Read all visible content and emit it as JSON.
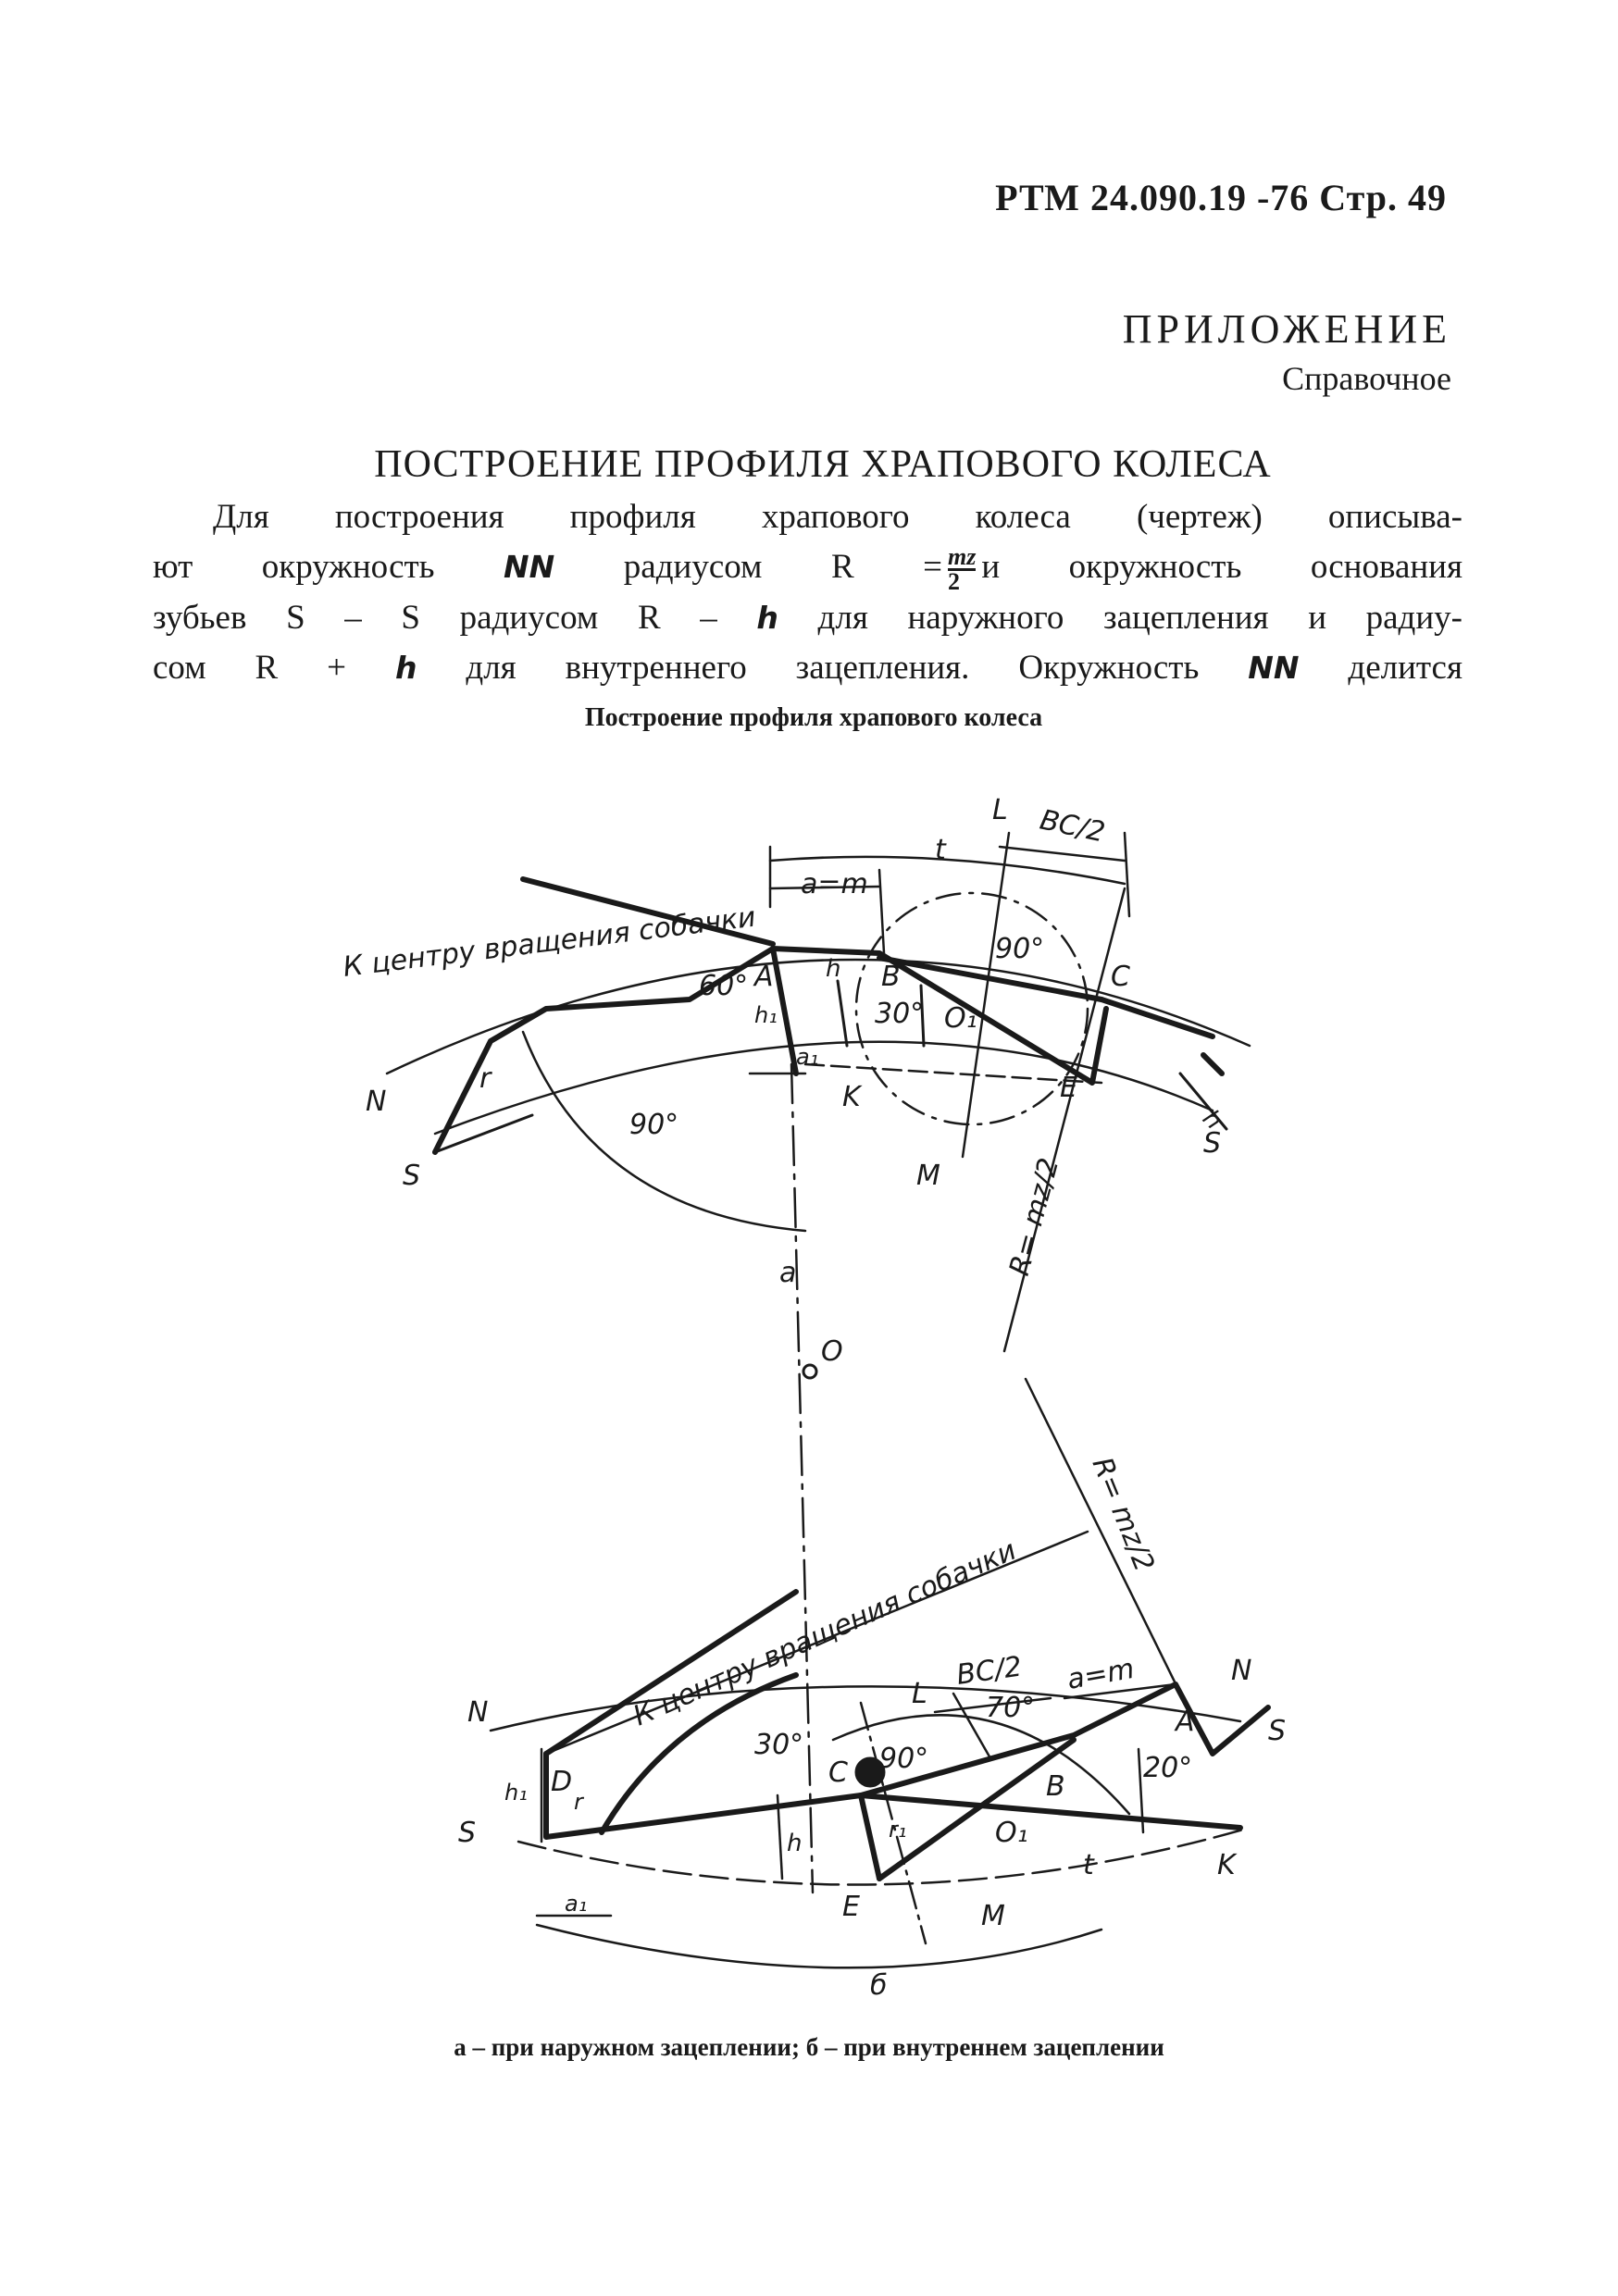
{
  "header": {
    "code": "РТМ 24.090.19 -76 Стр. 49"
  },
  "appendix": {
    "title": "ПРИЛОЖЕНИЕ",
    "type": "Справочное"
  },
  "section_title": "ПОСТРОЕНИЕ ПРОФИЛЯ ХРАПОВОГО КОЛЕСА",
  "paragraph": {
    "l1": "Для построения профиля храпового колеса (чертеж) описыва-",
    "l2a": "ют окружность",
    "nn": "NN",
    "l2b": "радиусом R =",
    "frac_num": "mz",
    "frac_den": "2",
    "l2c": "и окружность основания",
    "l3a": "зубьев S – S радиусом R –",
    "h": "h",
    "l3b": "для наружного зацепления и радиу-",
    "l4a": "сом R +",
    "l4b": "для внутреннего зацепления. Окружность",
    "l4c": "делится"
  },
  "figure": {
    "title": "Построение профиля храпового колеса",
    "caption": "а – при наружном зацеплении; б – при внутреннем зацеплении",
    "top": {
      "pawl_label": "К центру вращения собачки",
      "angle_60": "60°",
      "angle_30": "30°",
      "angle_90a": "90°",
      "angle_90b": "90°",
      "pt_A": "A",
      "pt_B": "B",
      "pt_C": "C",
      "pt_E": "E",
      "pt_K": "K",
      "pt_M": "M",
      "pt_O1": "O₁",
      "pt_N": "N",
      "pt_S1": "S",
      "pt_S2": "S",
      "pt_L": "L",
      "h1": "h₁",
      "h": "h",
      "r": "r",
      "a1": "a₁",
      "a_eq_m": "a=m",
      "t": "t",
      "bc2": "BC/2",
      "radius": "R= mz/2",
      "a_label": "a"
    },
    "center": {
      "O": "O"
    },
    "bottom": {
      "pawl_label": "К центру вращения собачки",
      "radius": "R= mz/2",
      "angle_30": "30°",
      "angle_90": "90°",
      "angle_70": "70°",
      "angle_20": "20°",
      "pt_N1": "N",
      "pt_N2": "N",
      "pt_S1": "S",
      "pt_S2": "S",
      "pt_D": "D",
      "pt_C": "C",
      "pt_B": "B",
      "pt_A": "A",
      "pt_E": "E",
      "pt_K": "K",
      "pt_M": "M",
      "pt_O1": "O₁",
      "pt_L": "L",
      "h1": "h₁",
      "h": "h",
      "r": "r",
      "r1": "r₁",
      "a1": "a₁",
      "a_eq_m": "a=m",
      "t": "t",
      "bc2": "BC/2",
      "b_label": "б"
    }
  }
}
